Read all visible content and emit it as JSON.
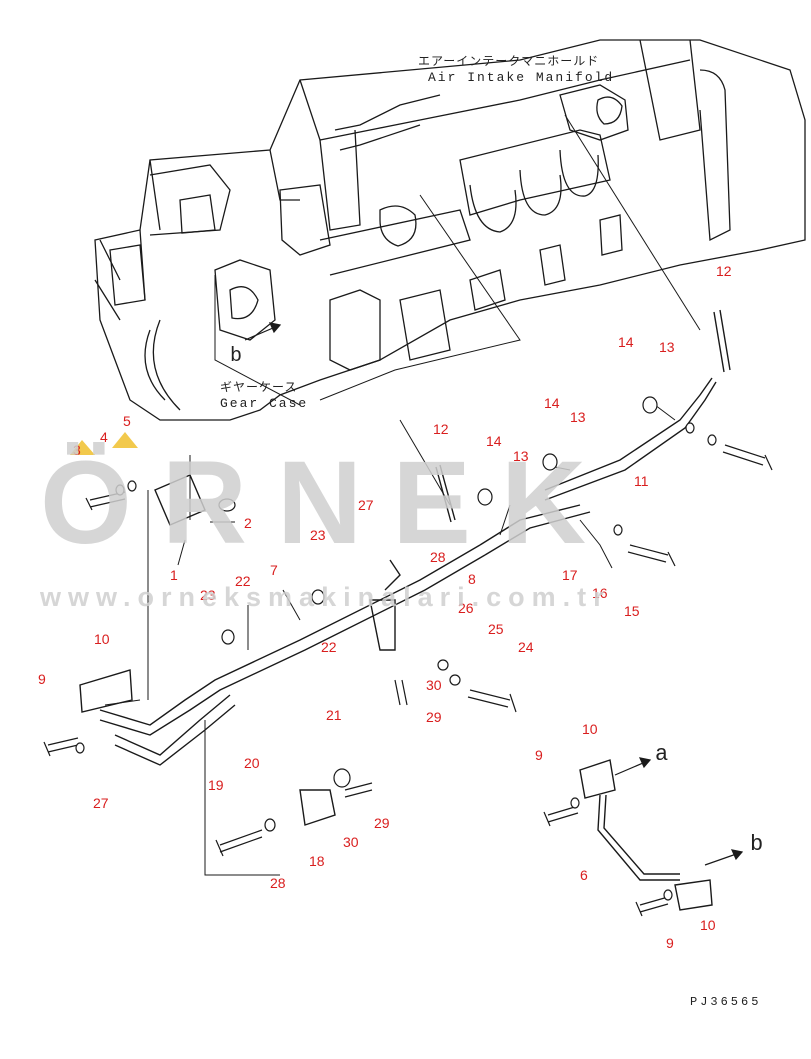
{
  "labels": {
    "manifold_jp": "エアーインテークマニホールド",
    "manifold_en": "Air Intake Manifold",
    "gearcase_jp": "ギヤーケース",
    "gearcase_en": "Gear Case",
    "view_a": "a",
    "view_b": "b",
    "view_b_engine": "b",
    "drawing_no": "PJ36565"
  },
  "watermark": {
    "brand": "ÖRNEK",
    "url": "www.orneksmakinalari.com.tr"
  },
  "part_numbers": {
    "p1": "1",
    "p2": "2",
    "p3": "3",
    "p4": "4",
    "p5": "5",
    "p6": "6",
    "p7": "7",
    "p8": "8",
    "p9a": "9",
    "p9b": "9",
    "p9c": "9",
    "p10a": "10",
    "p10b": "10",
    "p10c": "10",
    "p11": "11",
    "p12a": "12",
    "p12b": "12",
    "p13a": "13",
    "p13b": "13",
    "p13c": "13",
    "p14a": "14",
    "p14b": "14",
    "p14c": "14",
    "p15": "15",
    "p16": "16",
    "p17": "17",
    "p18": "18",
    "p19": "19",
    "p20": "20",
    "p21": "21",
    "p22a": "22",
    "p22b": "22",
    "p23a": "23",
    "p23b": "23",
    "p24": "24",
    "p25": "25",
    "p26": "26",
    "p27a": "27",
    "p27b": "27",
    "p28a": "28",
    "p28b": "28",
    "p29a": "29",
    "p29b": "29",
    "p30a": "30",
    "p30b": "30"
  },
  "colors": {
    "line": "#1a1a1a",
    "part_number": "#d91e1e",
    "watermark": "#cfcfcf",
    "accent_triangle": "#f2c94c"
  }
}
